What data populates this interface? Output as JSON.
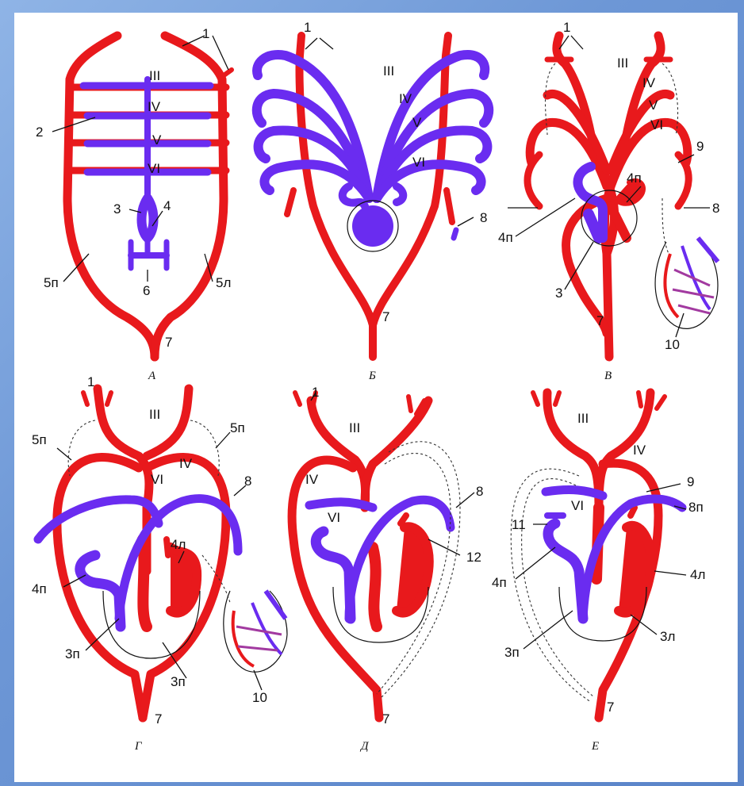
{
  "colors": {
    "artery": "#e8191c",
    "vein": "#6a2cf0",
    "frame": "#6d97d6"
  },
  "panels": [
    {
      "caption": "А",
      "labels": [
        "1",
        "III",
        "2",
        "IV",
        "V",
        "VI",
        "3",
        "4",
        "5п",
        "6",
        "5л",
        "7"
      ]
    },
    {
      "caption": "Б",
      "labels": [
        "1",
        "III",
        "IV",
        "V",
        "VI",
        "8",
        "7"
      ]
    },
    {
      "caption": "В",
      "labels": [
        "1",
        "III",
        "IV",
        "V",
        "VI",
        "9",
        "4п",
        "8",
        "4п",
        "3",
        "7",
        "10"
      ]
    },
    {
      "caption": "Г",
      "labels": [
        "1",
        "III",
        "5п",
        "5п",
        "IV",
        "VI",
        "8",
        "4л",
        "4п",
        "3п",
        "3п",
        "7",
        "10"
      ]
    },
    {
      "caption": "Д",
      "labels": [
        "1",
        "III",
        "IV",
        "VI",
        "8",
        "12",
        "7"
      ]
    },
    {
      "caption": "Е",
      "labels": [
        "III",
        "IV",
        "9",
        "VI",
        "8п",
        "11",
        "4п",
        "4л",
        "3л",
        "3п",
        "7"
      ]
    }
  ]
}
